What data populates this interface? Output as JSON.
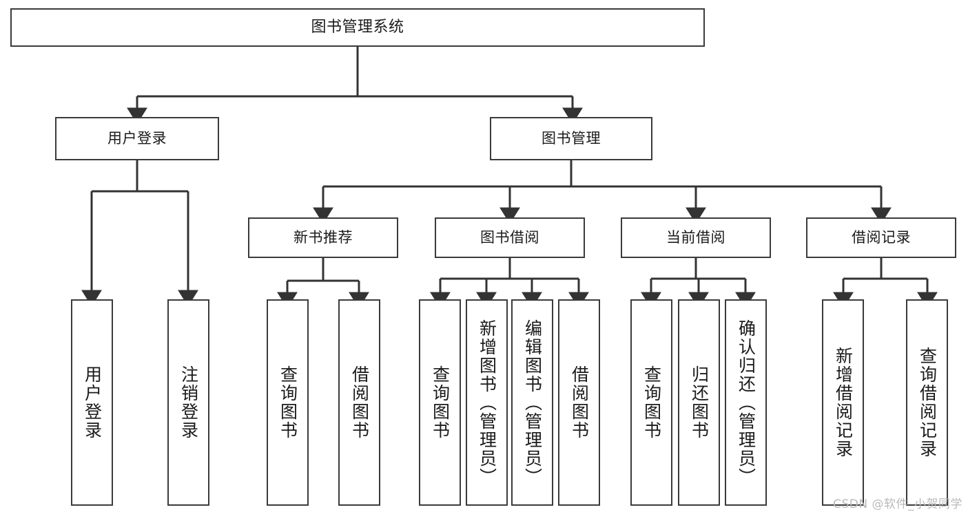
{
  "diagram": {
    "title": "图书管理系统",
    "type": "hierarchy-tree",
    "watermark": "CSDN @软件_小贺同学",
    "colors": {
      "background": "#ffffff",
      "box_border": "#3a3a3a",
      "box_fill": "#ffffff",
      "connector": "#333333",
      "text": "#1a1a1a",
      "watermark": "#b9b9b9"
    },
    "nodes": {
      "root": {
        "label": "图书管理系统"
      },
      "level2": [
        {
          "label": "用户登录"
        },
        {
          "label": "图书管理"
        }
      ],
      "level3": [
        {
          "label": "新书推荐"
        },
        {
          "label": "图书借阅"
        },
        {
          "label": "当前借阅"
        },
        {
          "label": "借阅记录"
        }
      ],
      "leaves": {
        "user_login": [
          {
            "label": "用户登录"
          },
          {
            "label": "注销登录"
          }
        ],
        "new_book_recommend": [
          {
            "label": "查询图书"
          },
          {
            "label": "借阅图书"
          }
        ],
        "book_borrow": [
          {
            "label": "查询图书"
          },
          {
            "label": "新增图书（管理员）"
          },
          {
            "label": "编辑图书（管理员）"
          },
          {
            "label": "借阅图书"
          }
        ],
        "current_borrow": [
          {
            "label": "查询图书"
          },
          {
            "label": "归还图书"
          },
          {
            "label": "确认归还（管理员）"
          }
        ],
        "borrow_record": [
          {
            "label": "新增借阅记录"
          },
          {
            "label": "查询借阅记录"
          }
        ]
      }
    }
  }
}
